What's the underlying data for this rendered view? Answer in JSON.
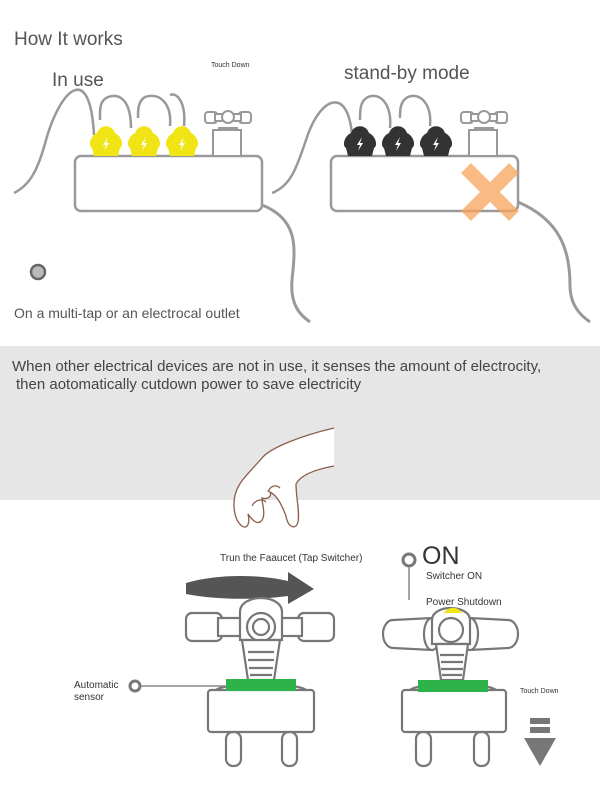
{
  "texts": {
    "how_it_works": "How It works",
    "in_use": "In use",
    "touch_down_top": "Touch Down",
    "standby": "stand-by mode",
    "outlet": "On a multi-tap or an electrocal outlet",
    "desc_line1": "When other electrical devices are not in use, it senses the amount of electrocity,",
    "desc_line2": "then aotomatically cutdown power to save electricity",
    "turn_faucet": "Trun the Faaucet (Tap Switcher)",
    "on": "ON",
    "switcher_on": "Switcher  ON",
    "power_shutdown": "Power Shutdown",
    "automatic": "Automatic",
    "sensor": "sensor",
    "touch_down_bottom": "Touch Down"
  },
  "colors": {
    "active_plug": "#f0e316",
    "standby_plug": "#333333",
    "sensor_green": "#2db34a",
    "cross_orange": "#f7a35c",
    "band_gray": "#e6e6e6",
    "cable_gray": "#9a9a9a"
  },
  "icons": [
    "lightning-icon",
    "cross-icon",
    "hand-icon",
    "arrow-right-icon",
    "arrow-down-icon",
    "indicator-dot-icon"
  ]
}
